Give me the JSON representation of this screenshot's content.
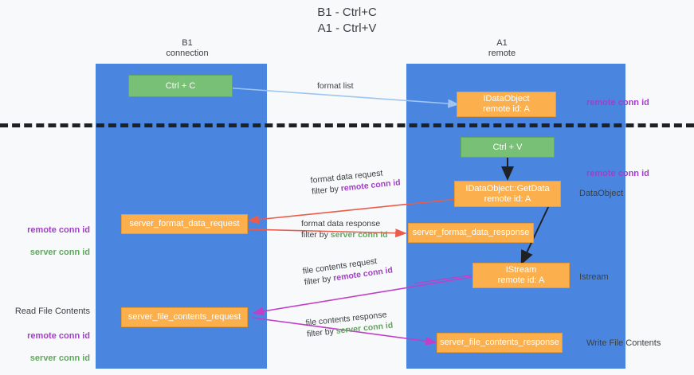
{
  "title": "B1 - Ctrl+C\nA1 - Ctrl+V",
  "columns": {
    "left": {
      "header": "B1\nconnection",
      "color": "#4a86e0"
    },
    "right": {
      "header": "A1\nremote",
      "color": "#4a86e0"
    }
  },
  "colors": {
    "lane": "#4a86e0",
    "green_node": "#77c075",
    "orange_node": "#fbb04d",
    "remote_conn_id": "#a23fc6",
    "server_conn_id": "#5fa85d",
    "arrow_format_list": "#9ec5ef",
    "arrow_format_data": "#ea5b4b",
    "arrow_file_contents": "#c13fc6",
    "arrow_black": "#202124",
    "divider": "#202124",
    "background": "#f8f9fa"
  },
  "nodes": {
    "ctrl_c": "Ctrl + C",
    "ctrl_v": "Ctrl + V",
    "idataobject_remote": "IDataObject\nremote id: A",
    "idataobject_getdata": "IDataObject::GetData\nremote id: A",
    "istream": "IStream\nremote id: A",
    "server_format_data_request": "server_format_data_request",
    "server_format_data_response": "server_format_data_response",
    "server_file_contents_request": "server_file_contents_request",
    "server_file_contents_response": "server_file_contents_response"
  },
  "edge_labels": {
    "format_list": {
      "line1": "format list",
      "line2": "",
      "filter": ""
    },
    "format_data_request": {
      "line1": "format data request",
      "prefix": "filter by ",
      "filter": "remote conn id",
      "filter_kind": "remote"
    },
    "format_data_response": {
      "line1": "format data response",
      "prefix": "filter by ",
      "filter": "server conn id",
      "filter_kind": "server"
    },
    "file_contents_request": {
      "line1": "file contents request",
      "prefix": "filter by ",
      "filter": "remote conn id",
      "filter_kind": "remote"
    },
    "file_contents_response": {
      "line1": "file contents response",
      "prefix": "filter by ",
      "filter": "server conn id",
      "filter_kind": "server"
    }
  },
  "annotations": {
    "right_remote_conn_id_top": "remote conn id",
    "right_remote_conn_id_mid": "remote conn id",
    "right_dataobject": "DataObject",
    "right_istream": "Istream",
    "right_write_file_contents": "Write File Contents",
    "left_ids_mid": {
      "remote": "remote conn id",
      "server": "server conn id"
    },
    "left_read_file_contents": "Read File Contents",
    "left_ids_bottom": {
      "remote": "remote conn id",
      "server": "server conn id"
    }
  }
}
